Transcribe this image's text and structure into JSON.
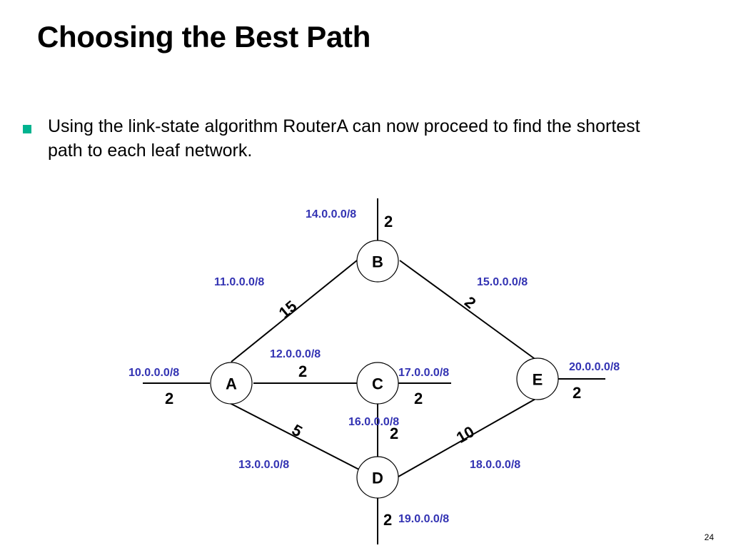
{
  "slide": {
    "title": "Choosing the Best Path",
    "bullet": "Using the link-state algorithm RouterA can now proceed to find the shortest path to each leaf network.",
    "page_number": "24"
  },
  "colors": {
    "bullet": "#00b38f",
    "network_label": "#3333b3"
  },
  "diagram": {
    "nodes": {
      "A": "A",
      "B": "B",
      "C": "C",
      "D": "D",
      "E": "E"
    },
    "networks": {
      "n10": "10.0.0.0/8",
      "n11": "11.0.0.0/8",
      "n12": "12.0.0.0/8",
      "n13": "13.0.0.0/8",
      "n14": "14.0.0.0/8",
      "n15": "15.0.0.0/8",
      "n16": "16.0.0.0/8",
      "n17": "17.0.0.0/8",
      "n18": "18.0.0.0/8",
      "n19": "19.0.0.0/8",
      "n20": "20.0.0.0/8"
    },
    "costs": {
      "a_stub": "2",
      "ab": "15",
      "ac": "2",
      "ad": "5",
      "b_stub": "2",
      "be": "2",
      "c_stub": "2",
      "cd": "2",
      "de": "10",
      "d_stub": "2",
      "e_stub": "2"
    }
  }
}
